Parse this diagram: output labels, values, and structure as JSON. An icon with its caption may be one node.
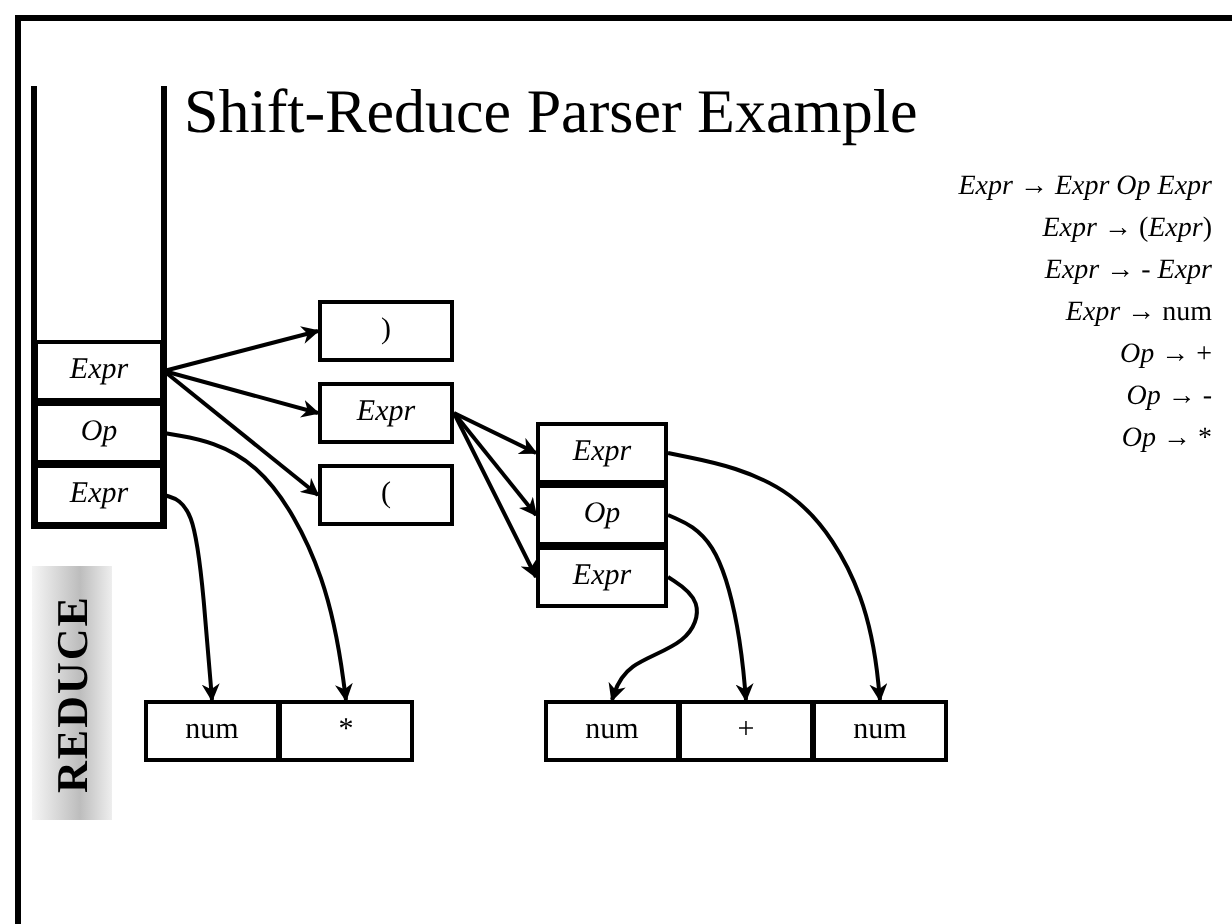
{
  "diagram": {
    "title": "Shift-Reduce Parser Example",
    "nodes": [
      {
        "text": [
          "Expr"
        ]
      },
      {
        "text": [
          "Op"
        ]
      },
      {
        "text": [
          "Expr"
        ]
      },
      {
        "text": [
          ")"
        ]
      },
      {
        "text": [
          "Expr"
        ]
      },
      {
        "text": [
          "("
        ]
      },
      {
        "text": [
          "Expr"
        ]
      },
      {
        "text": [
          "Op"
        ]
      },
      {
        "text": [
          "Expr"
        ]
      },
      {
        "text": [
          "num"
        ]
      },
      {
        "text": [
          "*"
        ]
      },
      {
        "text": [
          "num"
        ]
      },
      {
        "text": [
          "+"
        ]
      },
      {
        "text": [
          "num"
        ]
      }
    ],
    "edges": [
      {
        "from": 0,
        "to": 3,
        "arrow": "to"
      },
      {
        "from": 0,
        "to": 4,
        "arrow": "to"
      },
      {
        "from": 0,
        "to": 5,
        "arrow": "to"
      },
      {
        "from": 1,
        "to": 10,
        "arrow": "to"
      },
      {
        "from": 2,
        "to": 9,
        "arrow": "to"
      },
      {
        "from": 4,
        "to": 6,
        "arrow": "to"
      },
      {
        "from": 4,
        "to": 7,
        "arrow": "to"
      },
      {
        "from": 4,
        "to": 8,
        "arrow": "to"
      },
      {
        "from": 6,
        "to": 13,
        "arrow": "to"
      },
      {
        "from": 7,
        "to": 12,
        "arrow": "to"
      },
      {
        "from": 8,
        "to": 11,
        "arrow": "to"
      }
    ],
    "labels": [
      "*Expr* → *Expr Op Expr*",
      "*Expr* → (*Expr*)",
      "*Expr* → - *Expr*",
      "*Expr* → num",
      "*Op* → +",
      "*Op* → -",
      "*Op* → *",
      "REDUCE"
    ]
  }
}
